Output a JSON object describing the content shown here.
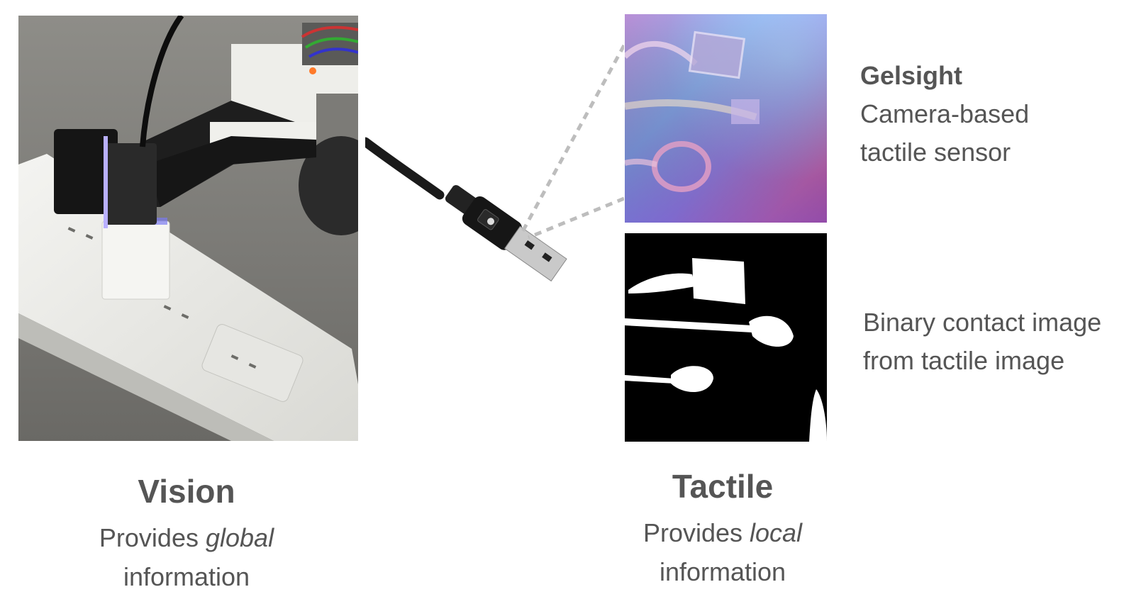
{
  "vision": {
    "title": "Vision",
    "sub_prefix": "Provides ",
    "sub_emph": "global",
    "sub_suffix": "information"
  },
  "tactile": {
    "title": "Tactile",
    "sub_prefix": "Provides ",
    "sub_emph": "local",
    "sub_suffix": "information"
  },
  "gelsight": {
    "name": "Gelsight",
    "line1": "Camera-based",
    "line2": "tactile sensor"
  },
  "binary": {
    "line1": "Binary contact image",
    "line2": "from tactile image"
  }
}
